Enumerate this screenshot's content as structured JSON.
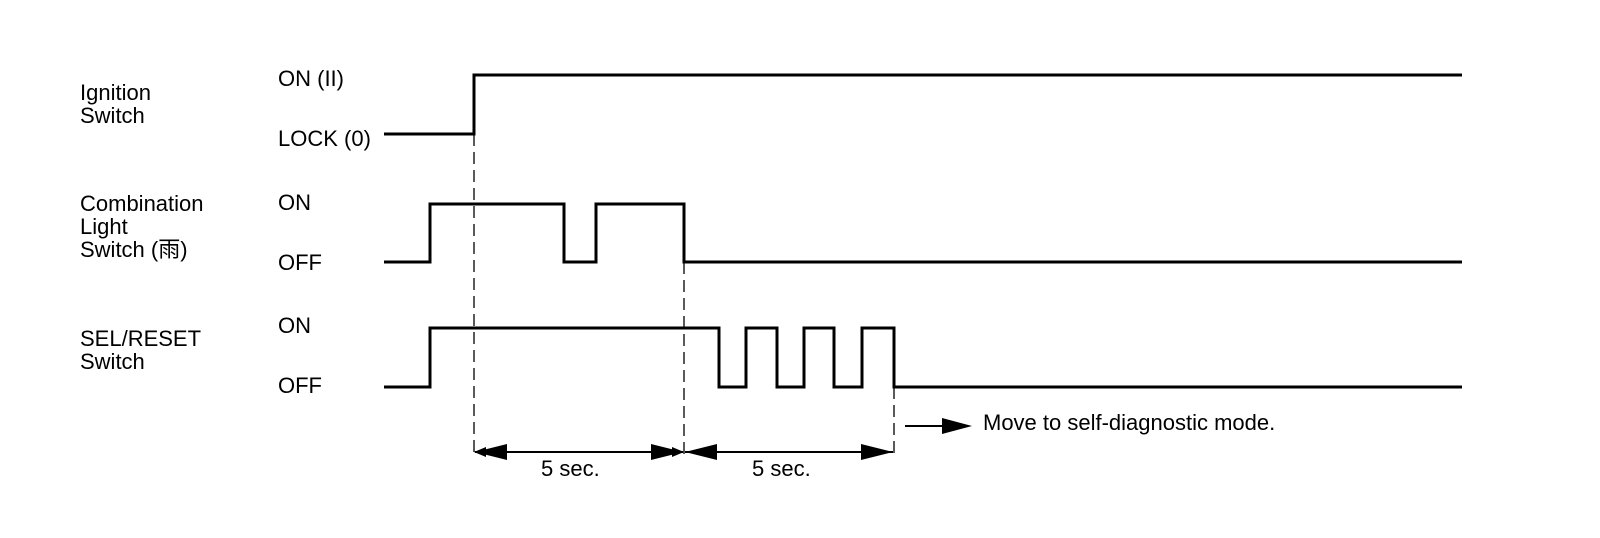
{
  "signals": [
    {
      "name_lines": [
        "Ignition",
        "Switch"
      ],
      "high_label": "ON (II)",
      "low_label": "LOCK (0)"
    },
    {
      "name_lines": [
        "Combination",
        "Light",
        "Switch (⾬)"
      ],
      "high_label": "ON",
      "low_label": "OFF"
    },
    {
      "name_lines": [
        "SEL/RESET",
        "Switch"
      ],
      "high_label": "ON",
      "low_label": "OFF"
    }
  ],
  "intervals": [
    {
      "label": "5 sec."
    },
    {
      "label": "5 sec."
    }
  ],
  "result_note": "Move to self-diagnostic mode."
}
